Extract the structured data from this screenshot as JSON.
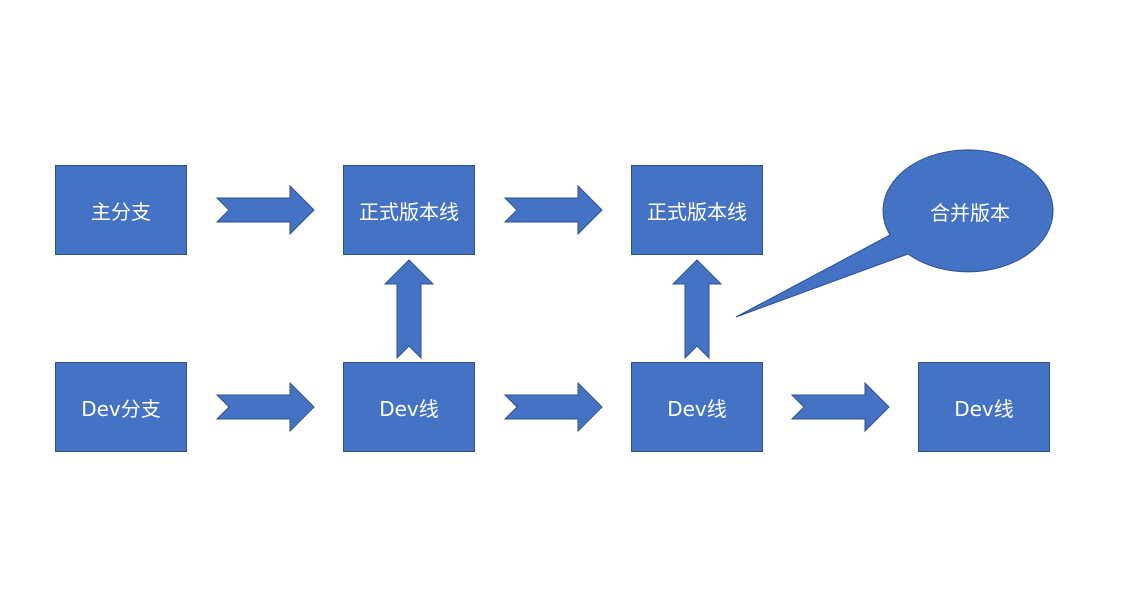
{
  "colors": {
    "fill": "#4472c4",
    "stroke": "#2f528f",
    "text": "#ffffff"
  },
  "nodes": [
    {
      "id": "main-branch",
      "label": "主分支"
    },
    {
      "id": "release-line-1",
      "label": "正式版本线"
    },
    {
      "id": "release-line-2",
      "label": "正式版本线"
    },
    {
      "id": "dev-branch",
      "label": "Dev分支"
    },
    {
      "id": "dev-line-1",
      "label": "Dev线"
    },
    {
      "id": "dev-line-2",
      "label": "Dev线"
    },
    {
      "id": "dev-line-3",
      "label": "Dev线"
    }
  ],
  "callout": {
    "label": "合并版本"
  },
  "edges": [
    {
      "from": "main-branch",
      "to": "release-line-1",
      "direction": "right"
    },
    {
      "from": "release-line-1",
      "to": "release-line-2",
      "direction": "right"
    },
    {
      "from": "dev-branch",
      "to": "dev-line-1",
      "direction": "right"
    },
    {
      "from": "dev-line-1",
      "to": "dev-line-2",
      "direction": "right"
    },
    {
      "from": "dev-line-2",
      "to": "dev-line-3",
      "direction": "right"
    },
    {
      "from": "dev-line-1",
      "to": "release-line-1",
      "direction": "up"
    },
    {
      "from": "dev-line-2",
      "to": "release-line-2",
      "direction": "up"
    }
  ]
}
